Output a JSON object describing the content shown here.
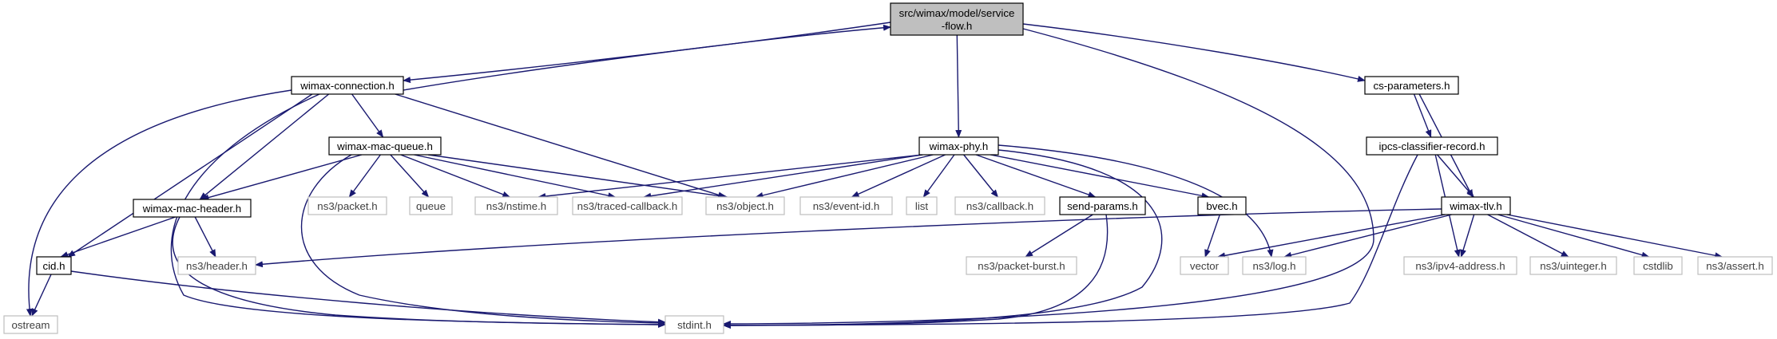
{
  "colors": {
    "edge": "#191970",
    "root_fill": "#bfbfbf",
    "internal_border": "#000000",
    "external_border": "#bfbfbf",
    "external_text": "#404040"
  },
  "nodes": [
    {
      "id": "root",
      "label": [
        "src/wimax/model/service",
        "-flow.h"
      ],
      "kind": "root"
    },
    {
      "id": "wimax-connection",
      "label": [
        "wimax-connection.h"
      ],
      "kind": "internal"
    },
    {
      "id": "cs-parameters",
      "label": [
        "cs-parameters.h"
      ],
      "kind": "internal"
    },
    {
      "id": "wimax-mac-queue",
      "label": [
        "wimax-mac-queue.h"
      ],
      "kind": "internal"
    },
    {
      "id": "wimax-phy",
      "label": [
        "wimax-phy.h"
      ],
      "kind": "internal"
    },
    {
      "id": "ipcs-classifier-record",
      "label": [
        "ipcs-classifier-record.h"
      ],
      "kind": "internal"
    },
    {
      "id": "wimax-mac-header",
      "label": [
        "wimax-mac-header.h"
      ],
      "kind": "internal"
    },
    {
      "id": "ns3-packet",
      "label": [
        "ns3/packet.h"
      ],
      "kind": "external"
    },
    {
      "id": "queue",
      "label": [
        "queue"
      ],
      "kind": "external"
    },
    {
      "id": "ns3-nstime",
      "label": [
        "ns3/nstime.h"
      ],
      "kind": "external"
    },
    {
      "id": "ns3-traced-callback",
      "label": [
        "ns3/traced-callback.h"
      ],
      "kind": "external"
    },
    {
      "id": "ns3-object",
      "label": [
        "ns3/object.h"
      ],
      "kind": "external"
    },
    {
      "id": "ns3-event-id",
      "label": [
        "ns3/event-id.h"
      ],
      "kind": "external"
    },
    {
      "id": "list",
      "label": [
        "list"
      ],
      "kind": "external"
    },
    {
      "id": "ns3-callback",
      "label": [
        "ns3/callback.h"
      ],
      "kind": "external"
    },
    {
      "id": "send-params",
      "label": [
        "send-params.h"
      ],
      "kind": "internal"
    },
    {
      "id": "bvec",
      "label": [
        "bvec.h"
      ],
      "kind": "internal"
    },
    {
      "id": "wimax-tlv",
      "label": [
        "wimax-tlv.h"
      ],
      "kind": "internal"
    },
    {
      "id": "cid",
      "label": [
        "cid.h"
      ],
      "kind": "internal"
    },
    {
      "id": "ns3-header",
      "label": [
        "ns3/header.h"
      ],
      "kind": "external"
    },
    {
      "id": "ns3-packet-burst",
      "label": [
        "ns3/packet-burst.h"
      ],
      "kind": "external"
    },
    {
      "id": "vector",
      "label": [
        "vector"
      ],
      "kind": "external"
    },
    {
      "id": "ns3-log",
      "label": [
        "ns3/log.h"
      ],
      "kind": "external"
    },
    {
      "id": "ns3-ipv4-address",
      "label": [
        "ns3/ipv4-address.h"
      ],
      "kind": "external"
    },
    {
      "id": "ns3-uinteger",
      "label": [
        "ns3/uinteger.h"
      ],
      "kind": "external"
    },
    {
      "id": "cstdlib",
      "label": [
        "cstdlib"
      ],
      "kind": "external"
    },
    {
      "id": "ns3-assert",
      "label": [
        "ns3/assert.h"
      ],
      "kind": "external"
    },
    {
      "id": "ostream",
      "label": [
        "ostream"
      ],
      "kind": "external"
    },
    {
      "id": "stdint",
      "label": [
        "stdint.h"
      ],
      "kind": "external"
    }
  ],
  "edges": [
    [
      "root",
      "wimax-connection"
    ],
    [
      "wimax-connection",
      "root"
    ],
    [
      "root",
      "cs-parameters"
    ],
    [
      "root",
      "wimax-phy"
    ],
    [
      "root",
      "stdint"
    ],
    [
      "wimax-connection",
      "wimax-mac-queue"
    ],
    [
      "wimax-connection",
      "wimax-mac-header"
    ],
    [
      "wimax-connection",
      "cid"
    ],
    [
      "wimax-connection",
      "ostream"
    ],
    [
      "wimax-connection",
      "stdint"
    ],
    [
      "wimax-connection",
      "ns3-object"
    ],
    [
      "wimax-mac-queue",
      "wimax-mac-header"
    ],
    [
      "wimax-mac-queue",
      "ns3-packet"
    ],
    [
      "wimax-mac-queue",
      "queue"
    ],
    [
      "wimax-mac-queue",
      "ns3-nstime"
    ],
    [
      "wimax-mac-queue",
      "ns3-traced-callback"
    ],
    [
      "wimax-mac-queue",
      "ns3-object"
    ],
    [
      "wimax-mac-queue",
      "stdint"
    ],
    [
      "wimax-mac-header",
      "ns3-header"
    ],
    [
      "wimax-mac-header",
      "cid"
    ],
    [
      "wimax-mac-header",
      "stdint"
    ],
    [
      "cid",
      "ostream"
    ],
    [
      "cid",
      "stdint"
    ],
    [
      "wimax-phy",
      "ns3-nstime"
    ],
    [
      "wimax-phy",
      "ns3-traced-callback"
    ],
    [
      "wimax-phy",
      "ns3-object"
    ],
    [
      "wimax-phy",
      "ns3-event-id"
    ],
    [
      "wimax-phy",
      "list"
    ],
    [
      "wimax-phy",
      "ns3-callback"
    ],
    [
      "wimax-phy",
      "send-params"
    ],
    [
      "wimax-phy",
      "bvec"
    ],
    [
      "wimax-phy",
      "ns3-log"
    ],
    [
      "wimax-phy",
      "stdint"
    ],
    [
      "send-params",
      "ns3-packet-burst"
    ],
    [
      "send-params",
      "stdint"
    ],
    [
      "bvec",
      "vector"
    ],
    [
      "cs-parameters",
      "ipcs-classifier-record"
    ],
    [
      "cs-parameters",
      "wimax-tlv"
    ],
    [
      "ipcs-classifier-record",
      "wimax-tlv"
    ],
    [
      "ipcs-classifier-record",
      "ns3-ipv4-address"
    ],
    [
      "ipcs-classifier-record",
      "stdint"
    ],
    [
      "wimax-tlv",
      "ns3-header"
    ],
    [
      "wimax-tlv",
      "vector"
    ],
    [
      "wimax-tlv",
      "ns3-log"
    ],
    [
      "wimax-tlv",
      "ns3-ipv4-address"
    ],
    [
      "wimax-tlv",
      "ns3-uinteger"
    ],
    [
      "wimax-tlv",
      "cstdlib"
    ],
    [
      "wimax-tlv",
      "ns3-assert"
    ]
  ]
}
